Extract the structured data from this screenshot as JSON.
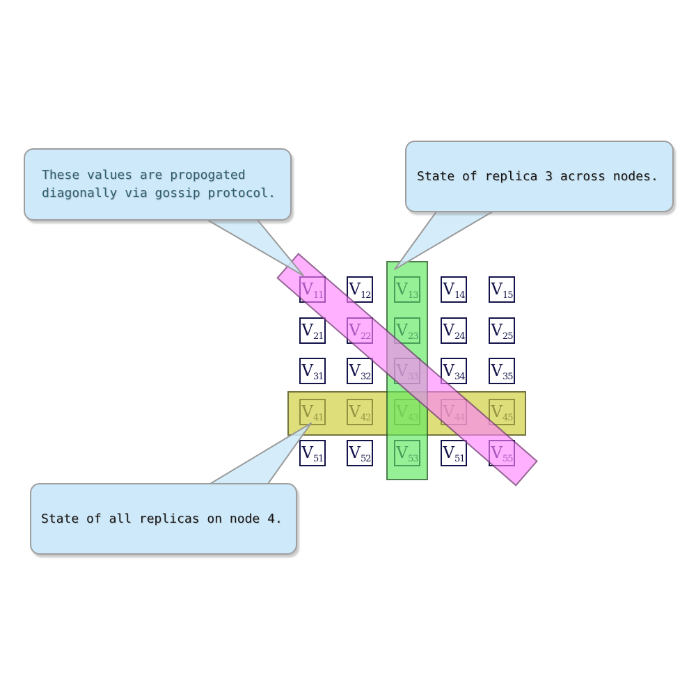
{
  "grid": {
    "symbol": "V",
    "rows": [
      [
        "11",
        "12",
        "13",
        "14",
        "15"
      ],
      [
        "21",
        "22",
        "23",
        "24",
        "25"
      ],
      [
        "31",
        "32",
        "33",
        "34",
        "35"
      ],
      [
        "41",
        "42",
        "43",
        "44",
        "45"
      ],
      [
        "51",
        "52",
        "53",
        "51",
        "55"
      ]
    ]
  },
  "callouts": {
    "gossip": {
      "line1": "These values are propogated",
      "line2": "diagonally via gossip protocol."
    },
    "replica3": {
      "text": "State of replica 3 across nodes."
    },
    "node4": {
      "text": "State of all replicas on node 4."
    }
  },
  "colors": {
    "callout_fill": "#cde9fa",
    "callout_border": "#9e9e9e",
    "gossip_text": "#2e5f70",
    "callout_text": "#141414",
    "cell_border": "#13134a",
    "row_highlight": "rgba(206,206,60,0.68)",
    "column_highlight": "rgba(96,232,96,0.66)",
    "diagonal_highlight": "rgba(255,128,255,0.62)"
  }
}
